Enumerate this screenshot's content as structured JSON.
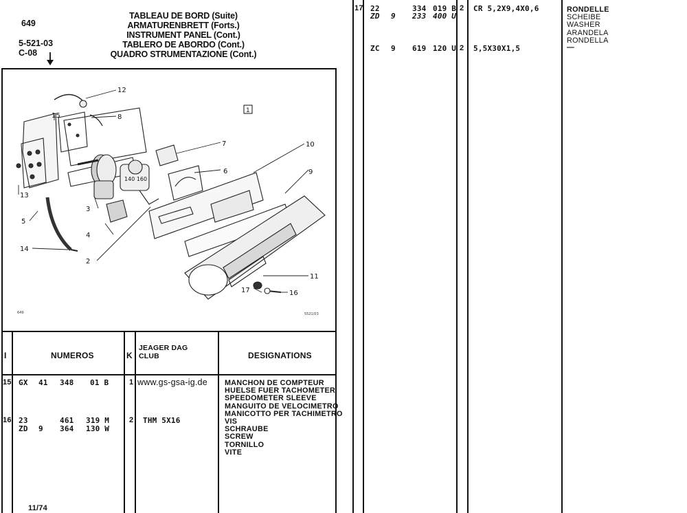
{
  "header": {
    "page_number": "649",
    "ref_code": "5-521-03",
    "group_code": "C-08",
    "arrow": "down-arrow",
    "titles": [
      "TABLEAU DE BORD (Suite)",
      "ARMATURENBRETT (Forts.)",
      "INSTRUMENT PANEL (Cont.)",
      "TABLERO DE ABORDO (Cont.)",
      "QUADRO STRUMENTAZIONE (Cont.)"
    ]
  },
  "diagram": {
    "box_label": "1",
    "callouts": [
      "12",
      "15",
      "8",
      "7",
      "10",
      "6",
      "9",
      "13",
      "3",
      "4",
      "5",
      "14",
      "2",
      "11",
      "17",
      "16"
    ],
    "corner_left": "649",
    "corner_right": "5521/03"
  },
  "table": {
    "headers": {
      "index": "I",
      "numbers": "NUMEROS",
      "k": "K",
      "jeager": "JEAGER DAG",
      "club": "CLUB",
      "designations": "DESIGNATIONS"
    },
    "rows": [
      {
        "index": "15",
        "lines": [
          [
            "GX",
            "41",
            "348",
            "01 B"
          ]
        ],
        "k": "1",
        "ref": "www.gs-gsa-ig.de",
        "designations": [
          "MANCHON DE COMPTEUR",
          "HUELSE FUER TACHOMETER",
          "SPEEDOMETER SLEEVE",
          "MANGUITO DE VELOCIMETRO",
          "MANICOTTO PER TACHIMETRO"
        ]
      },
      {
        "index": "16",
        "lines": [
          [
            "23",
            "",
            "461",
            "319 M"
          ],
          [
            "ZD",
            "9",
            "364",
            "130 W"
          ]
        ],
        "k": "2",
        "ref": "THM 5X16",
        "designations": [
          "VIS",
          "SCHRAUBE",
          "SCREW",
          "TORNILLO",
          "VITE"
        ]
      }
    ]
  },
  "right_table": {
    "rows": [
      {
        "index": "17",
        "lines": [
          [
            "22",
            "",
            "334",
            "019 B"
          ],
          [
            "ZD",
            "9",
            "233",
            "400 U"
          ]
        ],
        "k": "2",
        "ref": "CR 5,2X9,4X0,6",
        "designations": [
          "RONDELLE",
          "SCHEIBE",
          "WASHER",
          "ARANDELA",
          "RONDELLA"
        ]
      },
      {
        "index": "",
        "lines": [
          [
            "ZC",
            "9",
            "619",
            "120 U"
          ]
        ],
        "k": "2",
        "ref": "5,5X30X1,5",
        "designations": [
          "—"
        ]
      }
    ]
  },
  "footer": {
    "date": "11/74"
  }
}
